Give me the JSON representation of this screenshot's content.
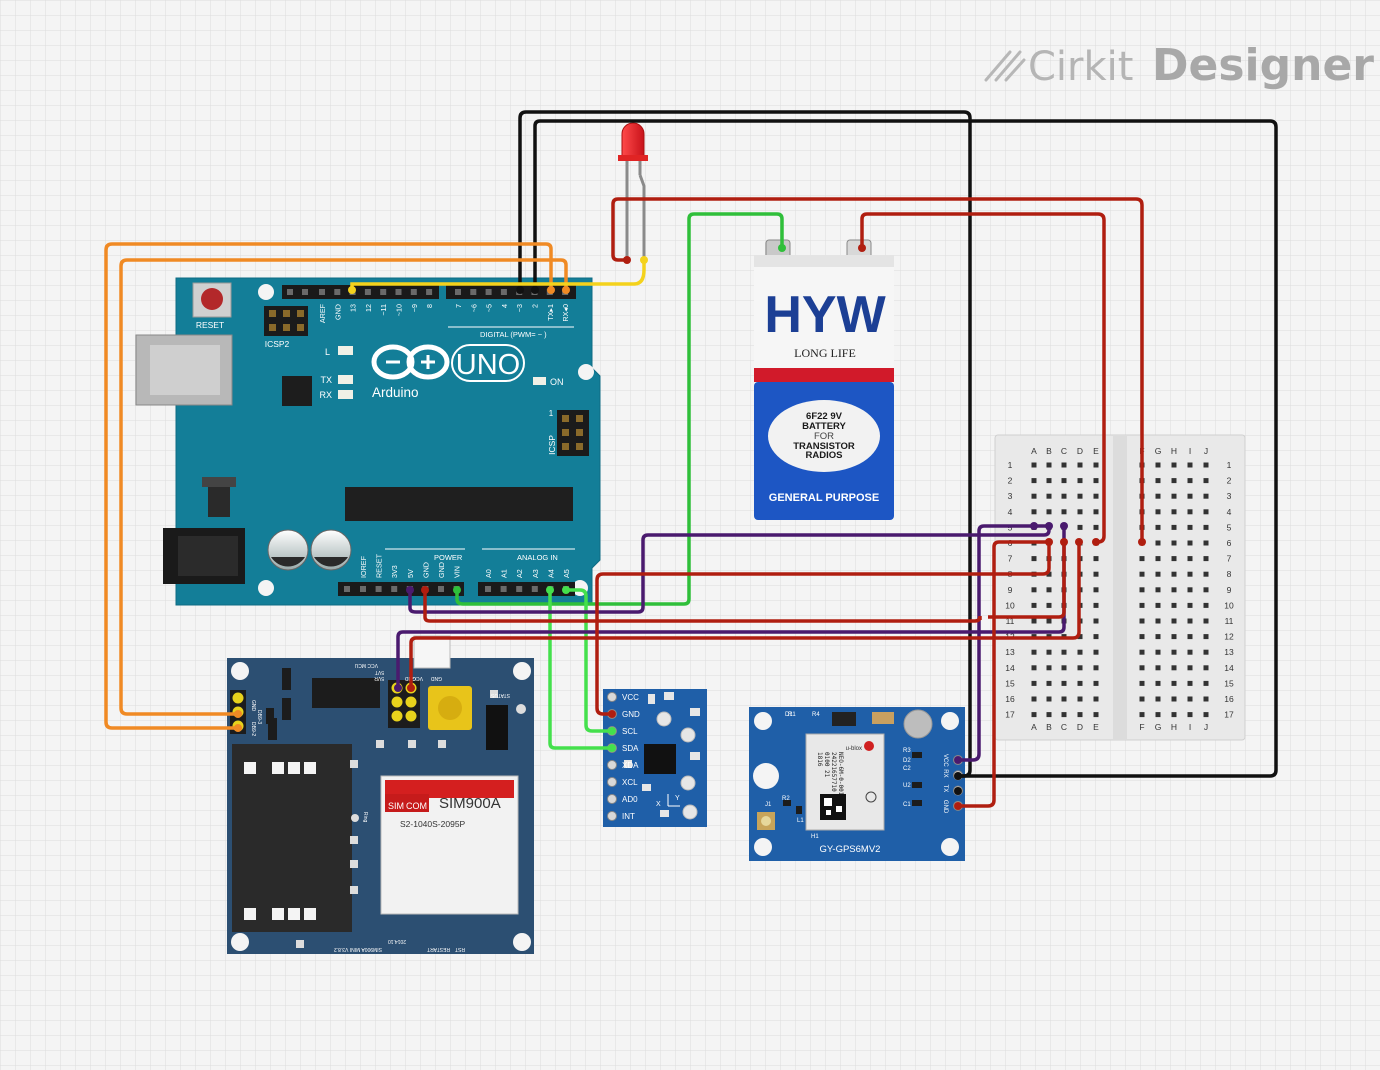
{
  "brand": {
    "name_light": "Cirkit",
    "name_bold": "Designer"
  },
  "colors": {
    "grid": "#dcdcdc",
    "arduino": "#137e98",
    "board_blue": "#1f5fa8",
    "sim_board": "#2c4f72",
    "battery_red": "#d11a2a",
    "wire_black": "#111111",
    "wire_orange": "#f08a24",
    "wire_red": "#b01e10",
    "wire_green": "#2fbf3a",
    "wire_lime": "#44e04c",
    "wire_purple": "#4a1a6e",
    "wire_yellow": "#f4d21c"
  },
  "arduino": {
    "reset_label": "RESET",
    "icsp2_label": "ICSP2",
    "icsp_label": "ICSP",
    "icsp_pin1": "1",
    "logo_text": "Arduino",
    "model": "UNO",
    "led_labels": [
      "L",
      "TX",
      "RX"
    ],
    "on_label": "ON",
    "digital_label": "DIGITAL (PWM= ~ )",
    "top_pins": [
      "AREF",
      "GND",
      "13",
      "12",
      "~11",
      "~10",
      "~9",
      "8",
      "7",
      "~6",
      "~5",
      "4",
      "~3",
      "2",
      "TX▸1",
      "RX◂0"
    ],
    "power_label": "POWER",
    "analog_label": "ANALOG IN",
    "bottom_pins": [
      "IOREF",
      "RESET",
      "3V3",
      "5V",
      "GND",
      "GND",
      "VIN",
      "A0",
      "A1",
      "A2",
      "A3",
      "A4",
      "A5"
    ]
  },
  "battery": {
    "brand": "HYW",
    "tagline": "LONG LIFE",
    "spec_lines": [
      "6F22 9V",
      "BATTERY",
      "FOR",
      "TRANSISTOR",
      "RADIOS"
    ],
    "footer": "GENERAL PURPOSE"
  },
  "breadboard": {
    "cols_left": [
      "A",
      "B",
      "C",
      "D",
      "E"
    ],
    "cols_right": [
      "F",
      "G",
      "H",
      "I",
      "J"
    ],
    "rows": [
      "1",
      "2",
      "3",
      "4",
      "5",
      "6",
      "7",
      "8",
      "9",
      "10",
      "11",
      "12",
      "13",
      "14",
      "15",
      "16",
      "17"
    ]
  },
  "mpu": {
    "pins": [
      "VCC",
      "GND",
      "SCL",
      "SDA",
      "XDA",
      "XCL",
      "AD0",
      "INT"
    ],
    "axes": [
      "X",
      "Y"
    ]
  },
  "gps": {
    "title": "GY-GPS6MV2",
    "pins": [
      "VCC",
      "RX",
      "TX",
      "GND"
    ],
    "module_brand": "u-blox",
    "module_lines": [
      "NEO-6M-0-001",
      "24221657710",
      "0100 21",
      "1816"
    ],
    "labels": [
      "R1",
      "R4",
      "R3",
      "D1",
      "D2",
      "C2",
      "U2",
      "C1",
      "J1",
      "R2",
      "L1",
      "H1"
    ]
  },
  "sim": {
    "module_brand": "SIM",
    "module_brand_sub": "COM",
    "module_name": "SIM900A",
    "module_code": "S2-1040S-2095P",
    "header_left": [
      "GND",
      "DB9-3",
      "DB9-2"
    ],
    "header_top": [
      "VCC MCU",
      "5VT",
      "5VR",
      "GND",
      "VCC",
      "GND"
    ],
    "bottom_labels": [
      "SIM900A MINI V3.8.2",
      "2014.10",
      "RESTART",
      "RST"
    ],
    "status_label": "STATUS",
    "ring_label": "Ring"
  }
}
